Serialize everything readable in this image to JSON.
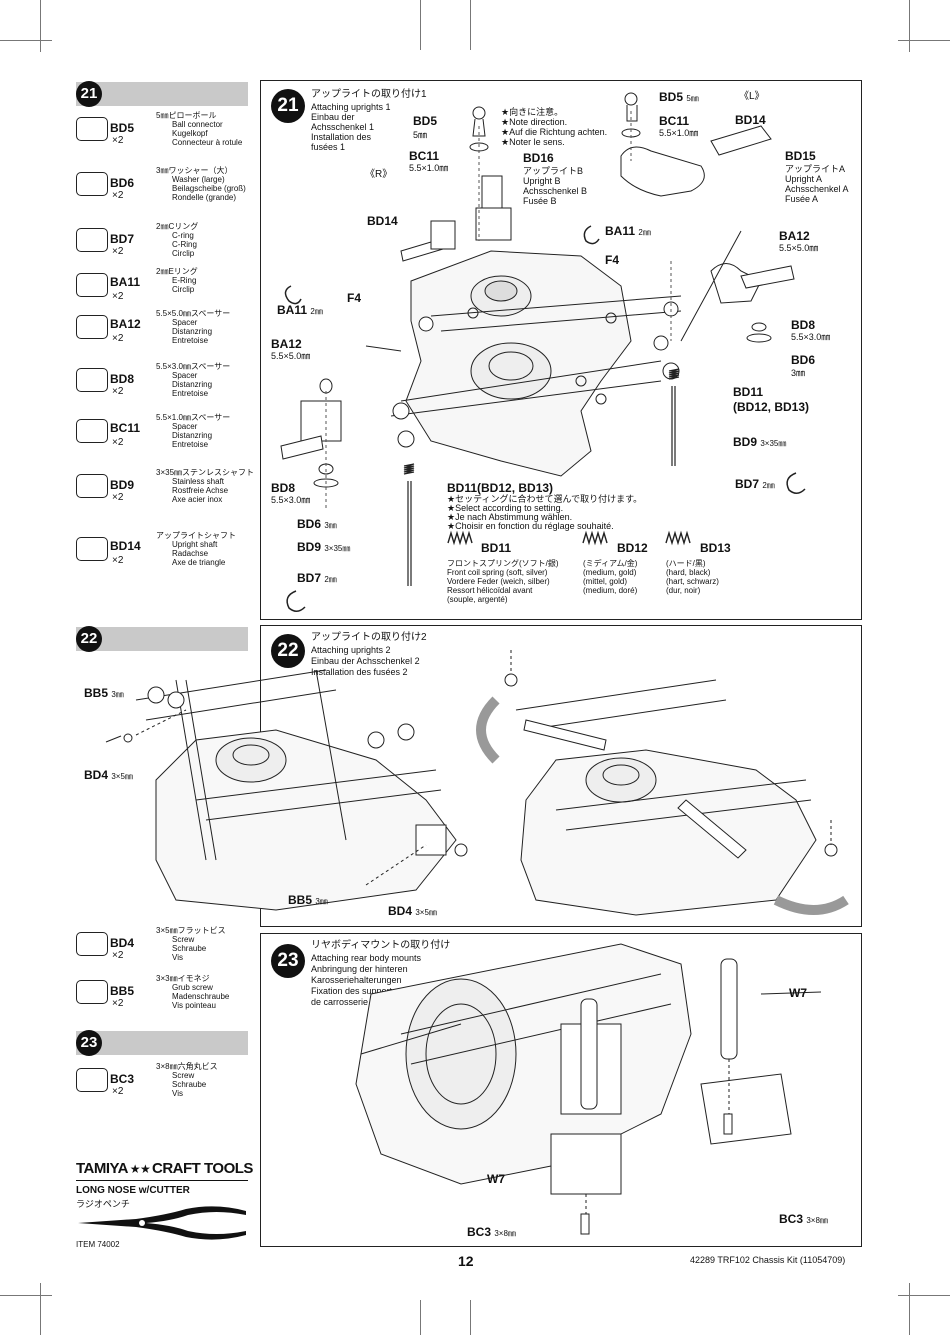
{
  "page_number": "12",
  "footer_right": "42289  TRF102 Chassis Kit  (11054709)",
  "sidebar": {
    "step21_number": "21",
    "step22_number": "22",
    "step23_number": "23",
    "parts21": [
      {
        "code": "BD5",
        "qty": "×2",
        "size": "5㎜ピローボール",
        "names": [
          "Ball connector",
          "Kugelkopf",
          "Connecteur à rotule"
        ]
      },
      {
        "code": "BD6",
        "qty": "×2",
        "size": "3㎜ワッシャー（大）",
        "names": [
          "Washer (large)",
          "Beilagscheibe (groß)",
          "Rondelle (grande)"
        ]
      },
      {
        "code": "BD7",
        "qty": "×2",
        "size": "2㎜Cリング",
        "names": [
          "C-ring",
          "C-Ring",
          "Circlip"
        ]
      },
      {
        "code": "BA11",
        "qty": "×2",
        "size": "2㎜Eリング",
        "names": [
          "E-Ring",
          "Circlip"
        ]
      },
      {
        "code": "BA12",
        "qty": "×2",
        "size": "5.5×5.0㎜スペーサー",
        "names": [
          "Spacer",
          "Distanzring",
          "Entretoise"
        ]
      },
      {
        "code": "BD8",
        "qty": "×2",
        "size": "5.5×3.0㎜スペーサー",
        "names": [
          "Spacer",
          "Distanzring",
          "Entretoise"
        ]
      },
      {
        "code": "BC11",
        "qty": "×2",
        "size": "5.5×1.0㎜スペーサー",
        "names": [
          "Spacer",
          "Distanzring",
          "Entretoise"
        ]
      },
      {
        "code": "BD9",
        "qty": "×2",
        "size": "3×35㎜ステンレスシャフト",
        "names": [
          "Stainless shaft",
          "Rostfreie Achse",
          "Axe acier inox"
        ]
      },
      {
        "code": "BD14",
        "qty": "×2",
        "size": "アップライトシャフト",
        "names": [
          "Upright shaft",
          "Radachse",
          "Axe de triangle"
        ]
      }
    ],
    "parts22": [
      {
        "code": "BD4",
        "qty": "×2",
        "size": "3×5㎜フラットビス",
        "names": [
          "Screw",
          "Schraube",
          "Vis"
        ]
      },
      {
        "code": "BB5",
        "qty": "×2",
        "size": "3×3㎜イモネジ",
        "names": [
          "Grub screw",
          "Madenschraube",
          "Vis pointeau"
        ]
      }
    ],
    "parts23": [
      {
        "code": "BC3",
        "qty": "×2",
        "size": "3×8㎜六角丸ビス",
        "names": [
          "Screw",
          "Schraube",
          "Vis"
        ]
      }
    ],
    "tool": {
      "brand": "TAMIYA",
      "brand2": "CRAFT TOOLS",
      "name": "LONG NOSE w/CUTTER",
      "jp": "ラジオペンチ",
      "item": "ITEM 74002"
    }
  },
  "step21": {
    "number": "21",
    "title_jp": "アップライトの取り付け1",
    "title_lines": [
      "Attaching uprights 1",
      "Einbau der",
      "Achsschenkel 1",
      "Installation des",
      "fusées 1"
    ],
    "side_r": "《R》",
    "side_l": "《L》",
    "direction_notes": [
      "★向きに注意。",
      "★Note direction.",
      "★Auf die Richtung achten.",
      "★Noter le sens."
    ],
    "bd16": {
      "code": "BD16",
      "names": [
        "アップライトB",
        "Upright B",
        "Achsschenkel B",
        "Fusée B"
      ]
    },
    "bd15": {
      "code": "BD15",
      "names": [
        "アップライトA",
        "Upright A",
        "Achsschenkel A",
        "Fusée A"
      ]
    },
    "labels": {
      "bd5_left": "BD5",
      "bd5_left_size": "5㎜",
      "bc11_left": "BC11",
      "bc11_left_size": "5.5×1.0㎜",
      "bd5_right": "BD5",
      "bd5_right_size": "5㎜",
      "bc11_right": "BC11",
      "bc11_right_size": "5.5×1.0㎜",
      "bd14_left": "BD14",
      "bd14_right": "BD14",
      "ba11_left": "BA11",
      "ba11_left_size": "2㎜",
      "ba11_right": "BA11",
      "ba11_right_size": "2㎜",
      "f4_left": "F4",
      "f4_right": "F4",
      "ba12_left": "BA12",
      "ba12_left_size": "5.5×5.0㎜",
      "ba12_right": "BA12",
      "ba12_right_size": "5.5×5.0㎜",
      "bd8_left": "BD8",
      "bd8_left_size": "5.5×3.0㎜",
      "bd8_right": "BD8",
      "bd8_right_size": "5.5×3.0㎜",
      "bd6_left": "BD6",
      "bd6_left_size": "3㎜",
      "bd6_right": "BD6",
      "bd6_right_size": "3㎜",
      "bd9_left": "BD9",
      "bd9_left_size": "3×35㎜",
      "bd9_right": "BD9",
      "bd9_right_size": "3×35㎜",
      "bd7_left": "BD7",
      "bd7_left_size": "2㎜",
      "bd7_right": "BD7",
      "bd7_right_size": "2㎜",
      "bd11_right": "BD11",
      "bd11_right_alt": "(BD12, BD13)",
      "bd11_center": "BD11(BD12, BD13)"
    },
    "setting_notes": [
      "★セッティングに合わせて選んで取り付けます。",
      "★Select according to setting.",
      "★Je nach Abstimmung wählen.",
      "★Choisir en fonction du réglage souhaité."
    ],
    "springs": [
      {
        "code": "BD11",
        "lines": [
          "フロントスプリング(ソフト/銀)",
          "Front coil spring (soft, silver)",
          "Vordere Feder (weich, silber)",
          "Ressort hélicoïdal avant",
          "(souple, argenté)"
        ]
      },
      {
        "code": "BD12",
        "lines": [
          "(ミディアム/金)",
          "(medium, gold)",
          "(mittel, gold)",
          "(medium, doré)"
        ]
      },
      {
        "code": "BD13",
        "lines": [
          "(ハード/黒)",
          "(hard, black)",
          "(hart, schwarz)",
          "(dur, noir)"
        ]
      }
    ]
  },
  "step22": {
    "number": "22",
    "title_jp": "アップライトの取り付け2",
    "title_lines": [
      "Attaching uprights 2",
      "Einbau der Achsschenkel 2",
      "Installation des fusées 2"
    ],
    "labels": {
      "bb5_top": "BB5",
      "bb5_top_size": "3㎜",
      "bd4_left": "BD4",
      "bd4_left_size": "3×5㎜",
      "bb5_bottom": "BB5",
      "bb5_bottom_size": "3㎜",
      "bd4_bottom": "BD4",
      "bd4_bottom_size": "3×5㎜"
    }
  },
  "step23": {
    "number": "23",
    "title_jp": "リヤボディマウントの取り付け",
    "title_lines": [
      "Attaching rear body mounts",
      "Anbringung der hinteren",
      "Karosseriehalterungen",
      "Fixation des supports",
      "de carrosserie arrière"
    ],
    "labels": {
      "w7_right": "W7",
      "w7_left": "W7",
      "bc3_bottom": "BC3",
      "bc3_bottom_size": "3×8㎜",
      "bc3_right": "BC3",
      "bc3_right_size": "3×8㎜"
    }
  }
}
